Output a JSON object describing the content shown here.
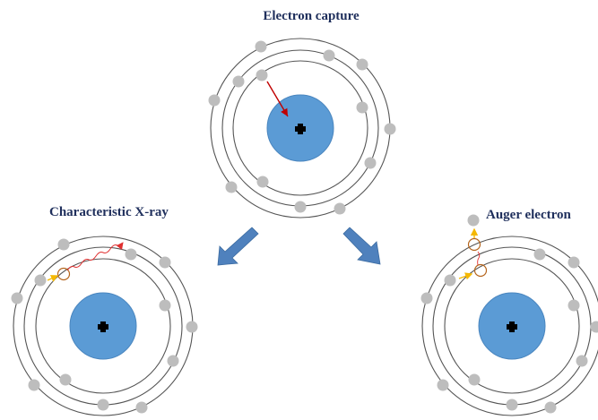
{
  "labels": {
    "top": "Electron capture",
    "left": "Characteristic  X-ray",
    "right": "Auger electron"
  },
  "colors": {
    "label": "#1f2f5c",
    "nucleus": "#5b9bd5",
    "electron": "#bdbdbd",
    "shell": "#555555",
    "capture_arrow": "#c00000",
    "xray_wave": "#e03030",
    "transition_arrow": "#f5b800",
    "process_arrow": "#4f81bd",
    "vacancy": "#b5651d"
  }
}
